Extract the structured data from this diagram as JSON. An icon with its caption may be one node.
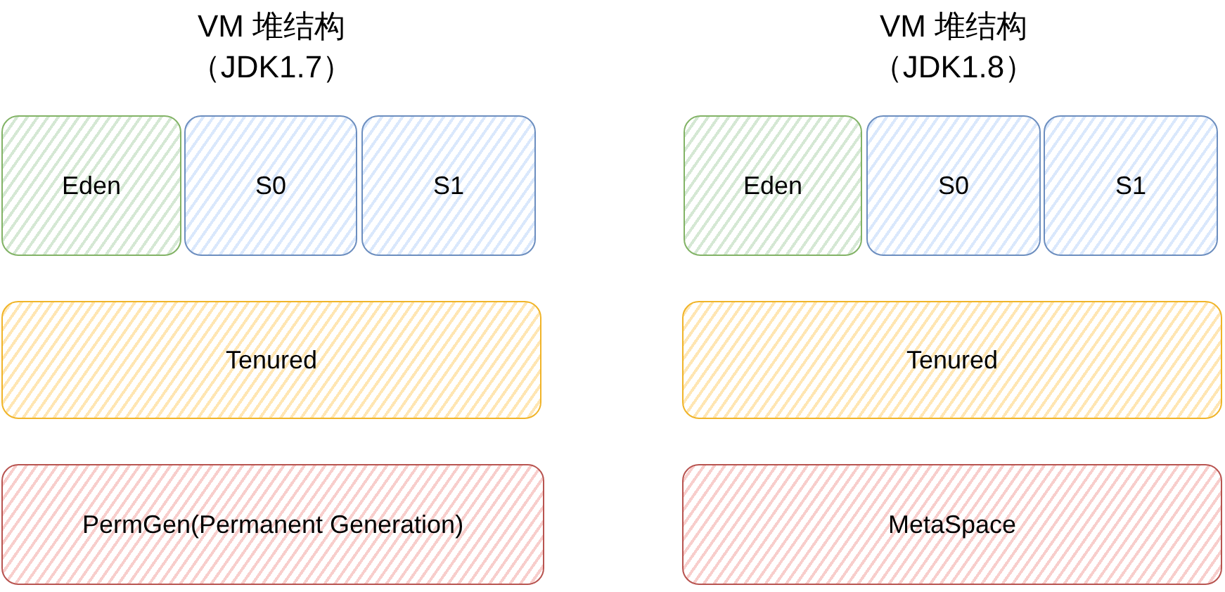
{
  "diagram": {
    "nodes": [
      {
        "text": [
          "Eden"
        ]
      },
      {
        "text": [
          "S0"
        ]
      },
      {
        "text": [
          "S1"
        ]
      },
      {
        "text": [
          "Tenured"
        ]
      },
      {
        "text": [
          "PermGen(Permanent Generation)"
        ]
      },
      {
        "text": [
          "Eden"
        ]
      },
      {
        "text": [
          "S0"
        ]
      },
      {
        "text": [
          "S1"
        ]
      },
      {
        "text": [
          "Tenured"
        ]
      },
      {
        "text": [
          "MetaSpace"
        ]
      }
    ],
    "labels": [
      "VM 堆结构",
      "（JDK1.7）",
      "VM 堆结构",
      "（JDK1.8）"
    ]
  }
}
